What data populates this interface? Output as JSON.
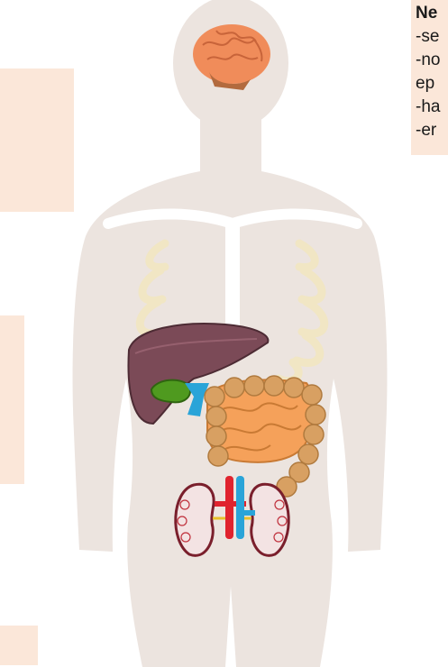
{
  "note": {
    "title": "Ne",
    "lines": [
      "-se",
      "-no",
      "ep",
      "-ha",
      "-er"
    ]
  },
  "colors": {
    "body": "#ece4df",
    "label_box": "#fbe7d9",
    "liver": "#7b4a57",
    "gallbladder": "#4f9a1f",
    "intestine": "#f5a15a",
    "colon": "#d8a062",
    "brain": "#f08c5a",
    "artery": "#e0232e",
    "vein": "#2aa4d8",
    "ribs": "#f1e6c4"
  },
  "figure": {
    "description_icons": [
      "brain-icon",
      "ribcage-icon",
      "liver-icon",
      "gallbladder-icon",
      "intestine-icon",
      "kidneys-icon",
      "aorta-icon",
      "vena-cava-icon"
    ]
  }
}
